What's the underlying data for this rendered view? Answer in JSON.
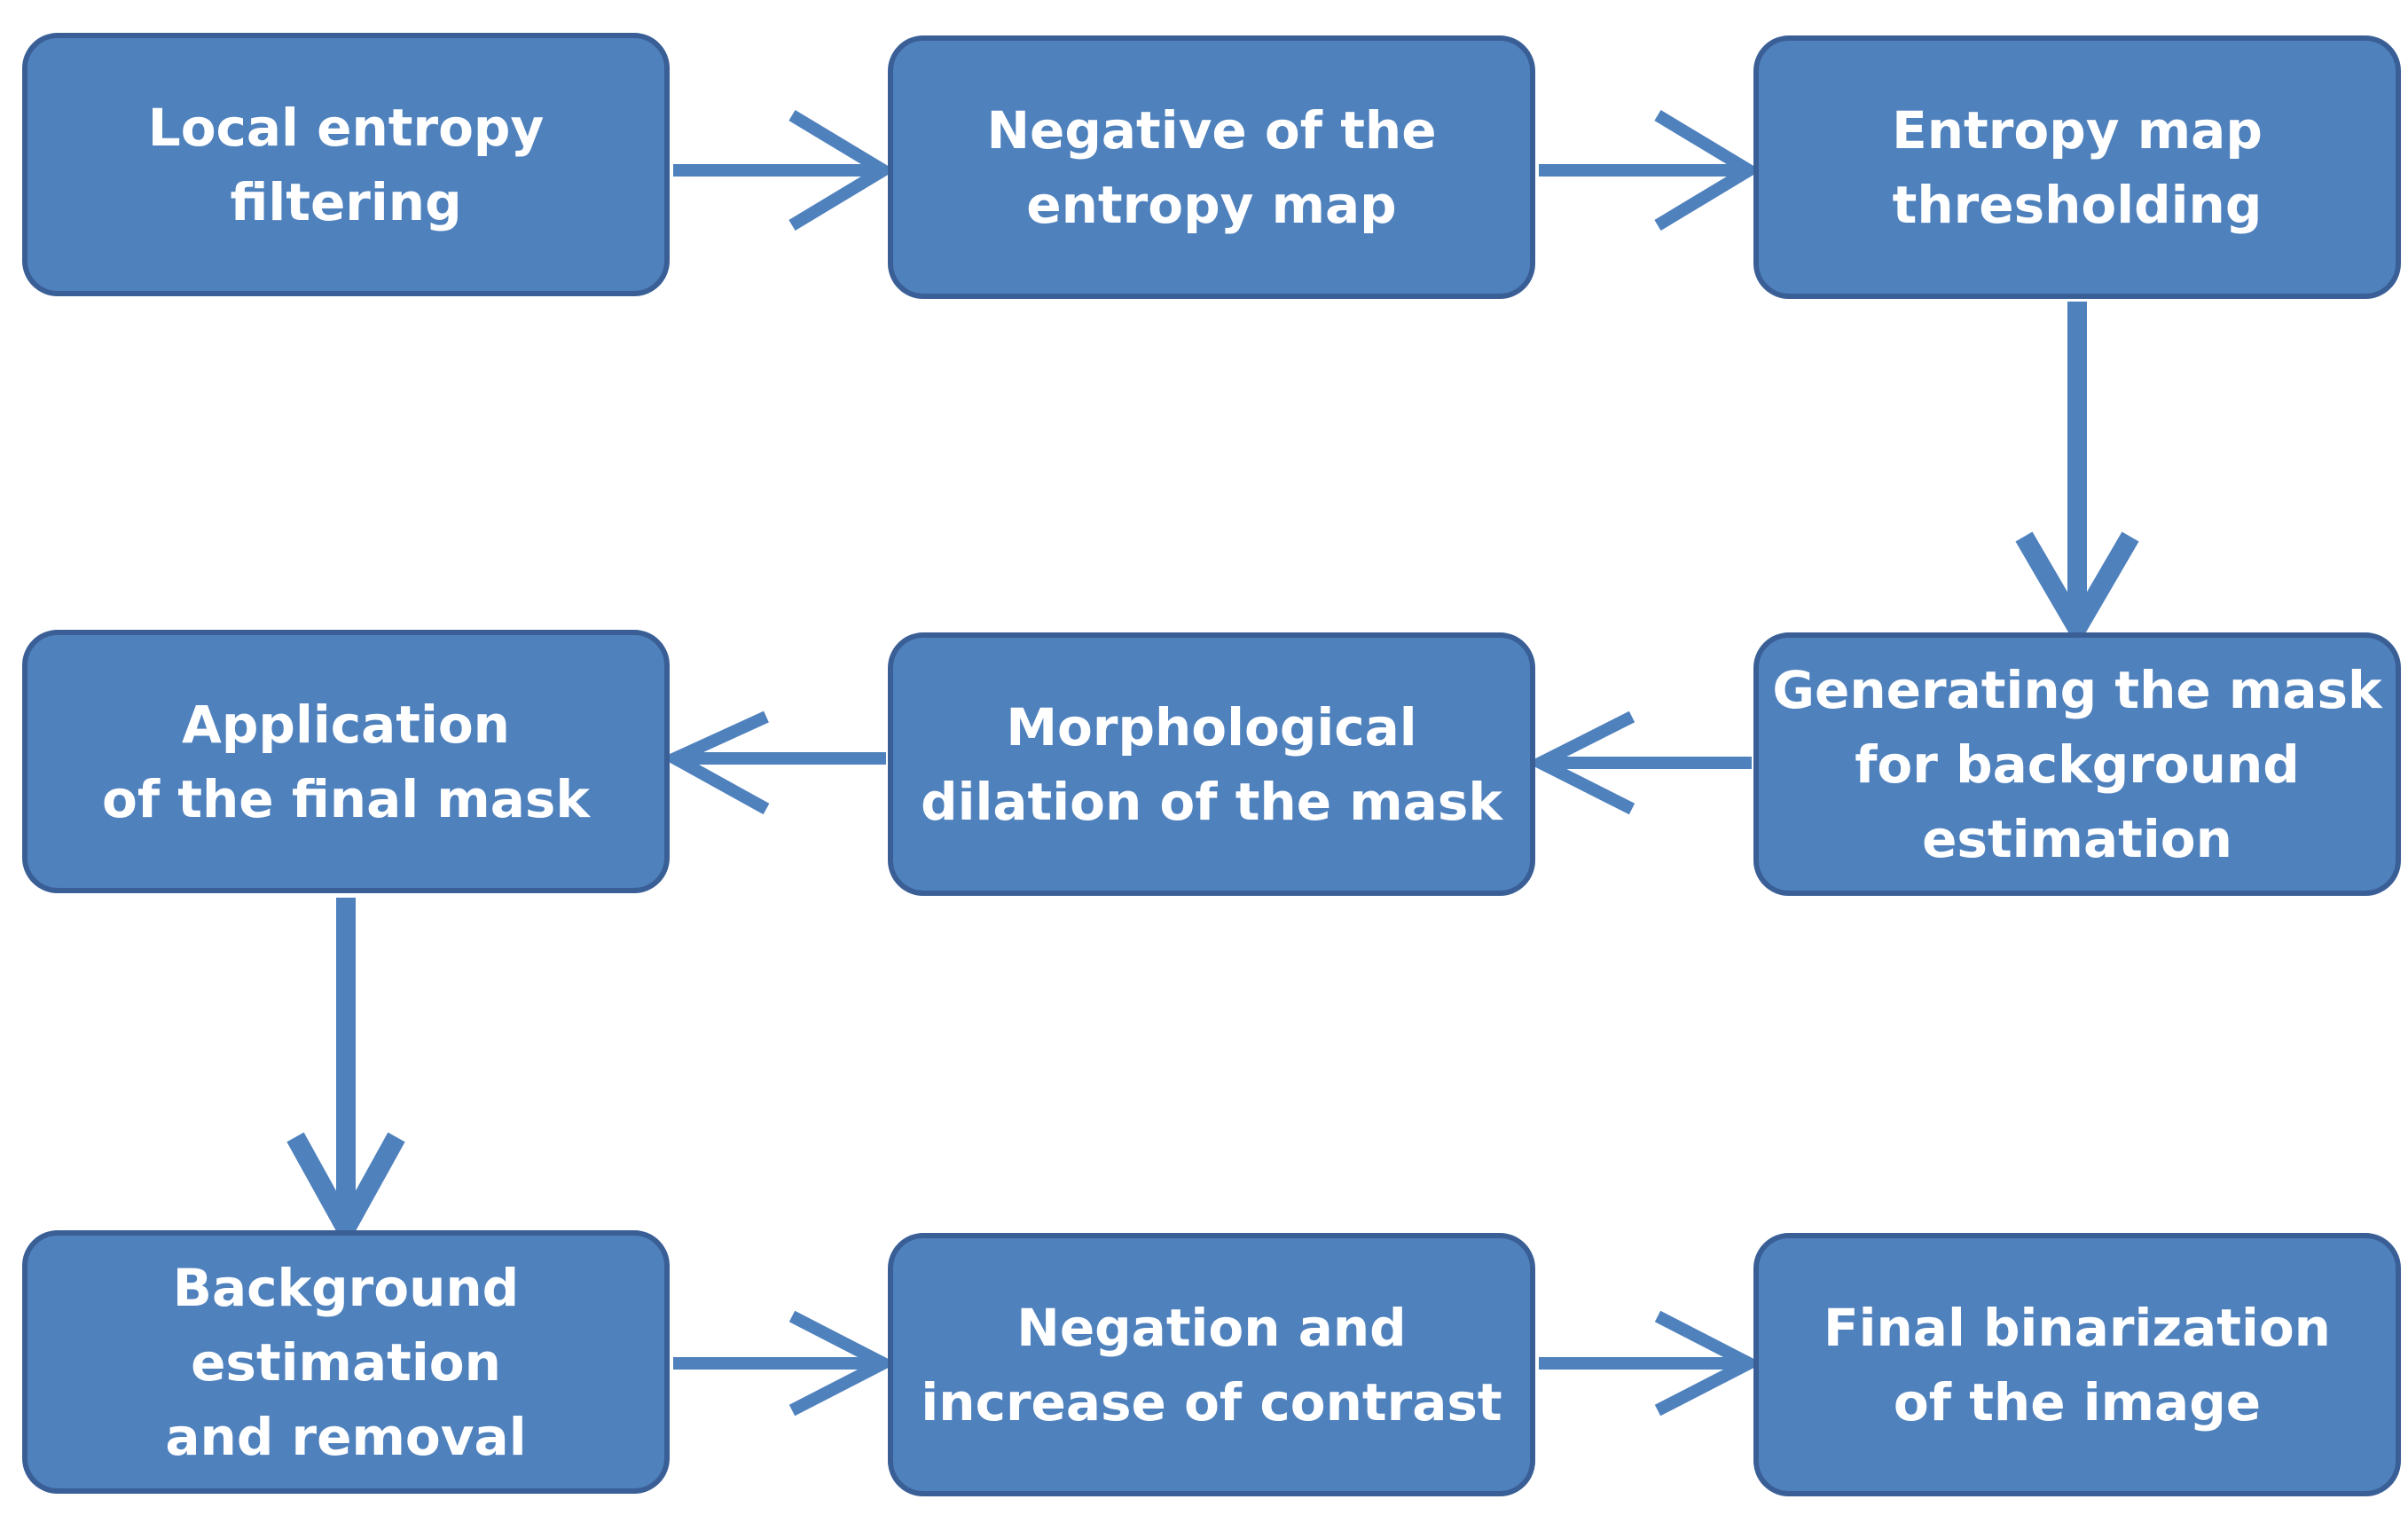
{
  "colors": {
    "box_fill": "#4F81BD",
    "box_border": "#3A5F96",
    "arrow": "#4F81BD",
    "text": "#FFFFFF"
  },
  "nodes": [
    {
      "label": "Local entropy\nfiltering"
    },
    {
      "label": "Negative of the\nentropy map"
    },
    {
      "label": "Entropy map\nthresholding"
    },
    {
      "label": "Generating the mask\nfor background\nestimation"
    },
    {
      "label": "Morphological\ndilation of the mask"
    },
    {
      "label": "Application\nof the final mask"
    },
    {
      "label": "Background\nestimation\nand removal"
    },
    {
      "label": "Negation and\nincrease of contrast"
    },
    {
      "label": "Final binarization\nof the image"
    }
  ],
  "edges": [
    {
      "from": 0,
      "to": 1
    },
    {
      "from": 1,
      "to": 2
    },
    {
      "from": 2,
      "to": 3
    },
    {
      "from": 3,
      "to": 4
    },
    {
      "from": 4,
      "to": 5
    },
    {
      "from": 5,
      "to": 6
    },
    {
      "from": 6,
      "to": 7
    },
    {
      "from": 7,
      "to": 8
    }
  ]
}
